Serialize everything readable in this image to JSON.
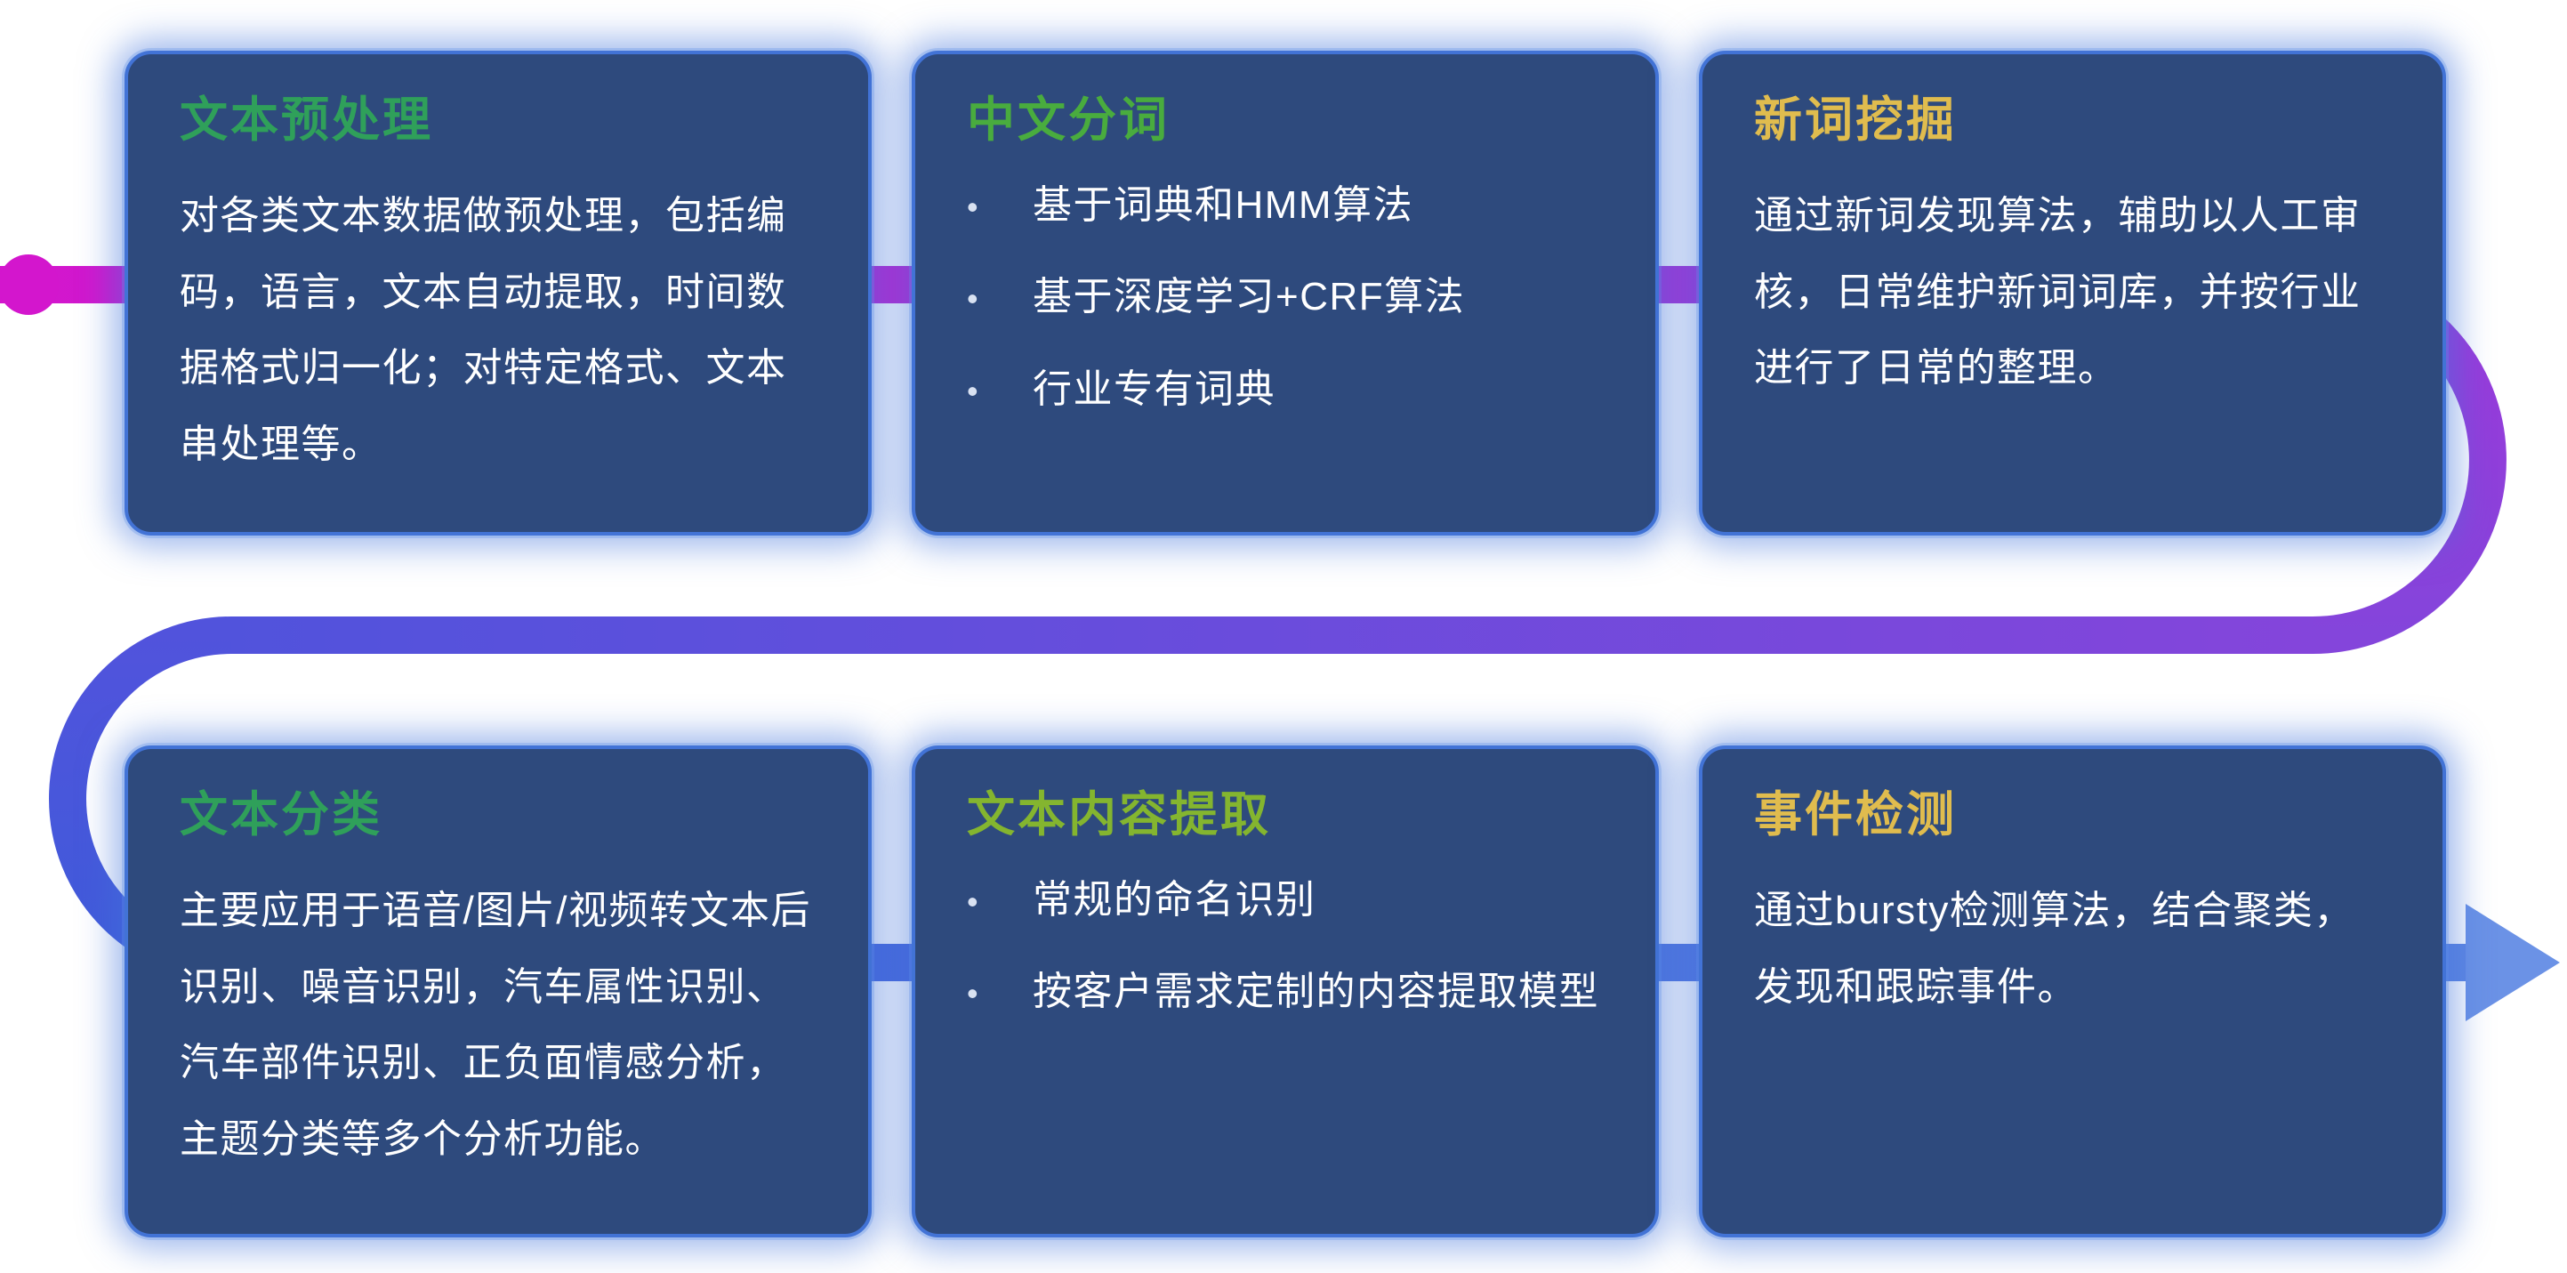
{
  "theme": {
    "background": "#ffffff",
    "card_bg": "#2e4a7d",
    "card_border": "#4273d6",
    "text_color": "#ffffff",
    "bullet_color": "#d9e2f2",
    "bullet_glyph": "•"
  },
  "flow": {
    "dot_color": "#d316cd",
    "top_gradient": [
      "#d316cd",
      "#9c39da"
    ],
    "right_curve": [
      "#9c39da",
      "#8445db"
    ],
    "middle_gradient": [
      "#8445db",
      "#5153dc"
    ],
    "left_curve": [
      "#5153dc",
      "#3f5bda"
    ],
    "bottom_gradient": [
      "#3f5bda",
      "#5e86e3"
    ],
    "arrow_color": "#6b92e6"
  },
  "cards": [
    {
      "title": "文本预处理",
      "title_color": "#2fa05a",
      "body": "对各类文本数据做预处理，包括编码，语言，文本自动提取，时间数据格式归一化；对特定格式、文本串处理等。"
    },
    {
      "title": "中文分词",
      "title_color": "#49ac3e",
      "bullets": [
        "基于词典和HMM算法",
        "基于深度学习+CRF算法",
        "行业专有词典"
      ]
    },
    {
      "title": "新词挖掘",
      "title_color": "#e0bc4e",
      "body": "通过新词发现算法，辅助以人工审核，日常维护新词词库，并按行业进行了日常的整理。"
    },
    {
      "title": "文本分类",
      "title_color": "#2fa05a",
      "body": "主要应用于语音/图片/视频转文本后识别、噪音识别，汽车属性识别、汽车部件识别、正负面情感分析，主题分类等多个分析功能。"
    },
    {
      "title": "文本内容提取",
      "title_color": "#84b52f",
      "bullets": [
        "常规的命名识别",
        "按客户需求定制的内容提取模型"
      ]
    },
    {
      "title": "事件检测",
      "title_color": "#e0bc4e",
      "body": "通过bursty检测算法，结合聚类，发现和跟踪事件。"
    }
  ]
}
